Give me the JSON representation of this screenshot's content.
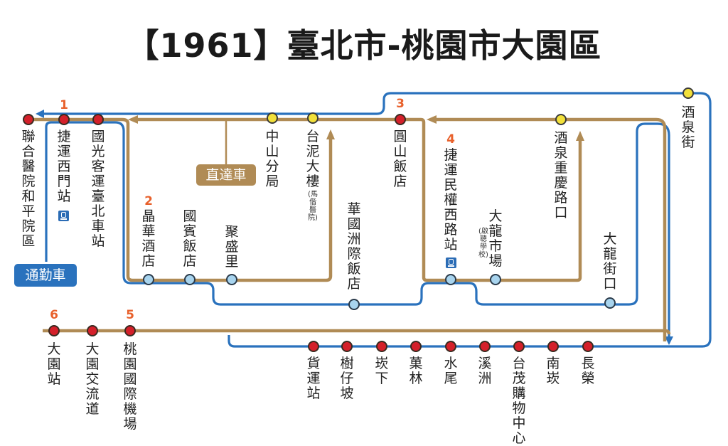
{
  "title": "【1961】臺北市-桃園市大園區",
  "tags": {
    "express": "直達車",
    "commuter": "通勤車"
  },
  "stop_numbers": [
    "1",
    "2",
    "3",
    "4",
    "5",
    "6"
  ],
  "stops": {
    "lianhe": "聯合醫院和平院區",
    "ximen": "捷運西門站",
    "guoguang": "國光客運臺北車站",
    "jinghua": "晶華酒店",
    "guobin": "國賓飯店",
    "jusheng": "聚盛里",
    "zhongshan": "中山分局",
    "taini": "台泥大樓",
    "taini_note": "馬偕醫院",
    "huaguo": "華國洲際飯店",
    "yuanshan": "圓山飯店",
    "minquan": "捷運民權西路站",
    "dalong_market": "大龍市場",
    "dalong_note": "啟聰學校",
    "jiuquan_chongqing": "酒泉重慶路口",
    "dalong_st": "大龍街口",
    "jiuquan_st": "酒泉街",
    "dayuan_station": "大園站",
    "dayuan_interchange": "大園交流道",
    "airport": "桃園國際機場",
    "freight": "貨運站",
    "shuzaipo": "樹仔坡",
    "kengxia": "崁下",
    "yelin": "菓林",
    "shuiwei": "水尾",
    "xizhou": "溪洲",
    "taimao": "台茂購物中心",
    "nankan": "南崁",
    "changrong": "長榮"
  },
  "colors": {
    "blue": "#2a72bd",
    "brown": "#b08b55",
    "red": "#d4202a",
    "yellow": "#f2e03a",
    "lightblue": "#a8d4ee",
    "orange": "#e8612c"
  }
}
